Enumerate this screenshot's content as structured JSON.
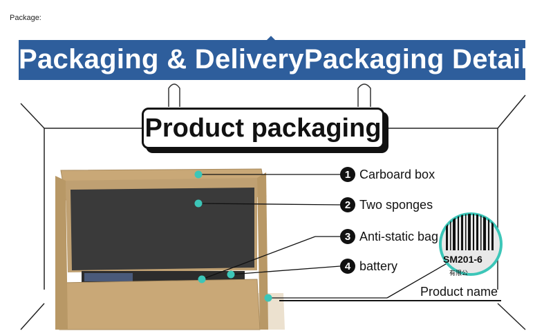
{
  "page": {
    "label": "Package:"
  },
  "banner": {
    "title": "Packaging & DeliveryPackaging Detail",
    "color": "#2e5e9c"
  },
  "sign": {
    "title": "Product packaging"
  },
  "callouts": [
    {
      "number": "1",
      "label": "Carboard box"
    },
    {
      "number": "2",
      "label": "Two sponges"
    },
    {
      "number": "3",
      "label": "Anti-static bag"
    },
    {
      "number": "4",
      "label": "battery"
    }
  ],
  "product_name": {
    "label": "Product name",
    "code": "SM201-6",
    "subtext": "有限公"
  },
  "colors": {
    "marker": "#3cc6b8",
    "cardboard": "#c9a877",
    "foam": "#3a3a3a"
  }
}
